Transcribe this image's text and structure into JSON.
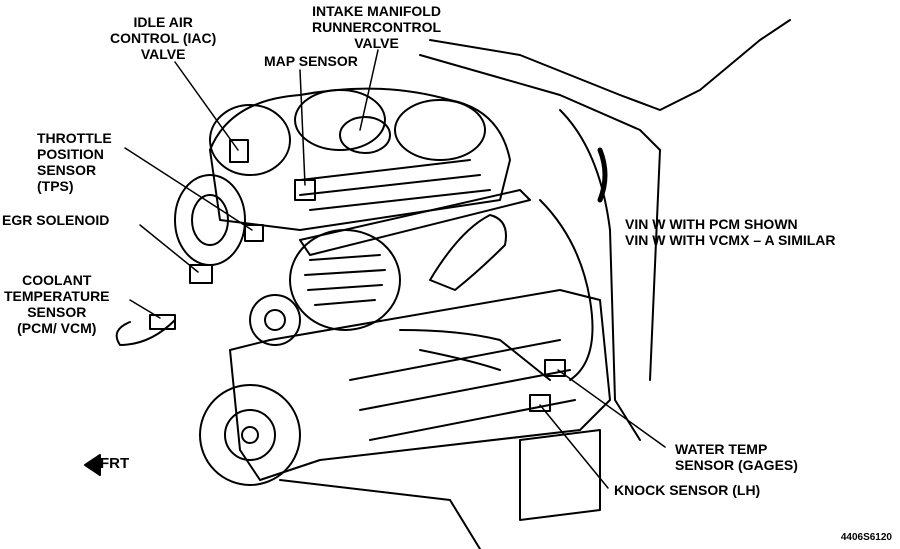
{
  "labels": {
    "iac": [
      "IDLE AIR",
      "CONTROL (IAC)",
      "VALVE"
    ],
    "intake": [
      "INTAKE MANIFOLD",
      "RUNNERCONTROL",
      "VALVE"
    ],
    "map": "MAP SENSOR",
    "tps": [
      "THROTTLE",
      "POSITION",
      "SENSOR",
      "(TPS)"
    ],
    "egr": "EGR SOLENOID",
    "coolant": [
      "COOLANT",
      "TEMPERATURE",
      "SENSOR",
      "(PCM/ VCM)"
    ],
    "vin": [
      "VIN W WITH PCM SHOWN",
      "VIN W WITH VCMX – A SIMILAR"
    ],
    "water": [
      "WATER TEMP",
      "SENSOR (GAGES)"
    ],
    "knock": "KNOCK SENSOR (LH)",
    "frt": "FRT",
    "figure_id": "4406S6120"
  },
  "colors": {
    "ink": "#000000",
    "paper": "#ffffff"
  }
}
